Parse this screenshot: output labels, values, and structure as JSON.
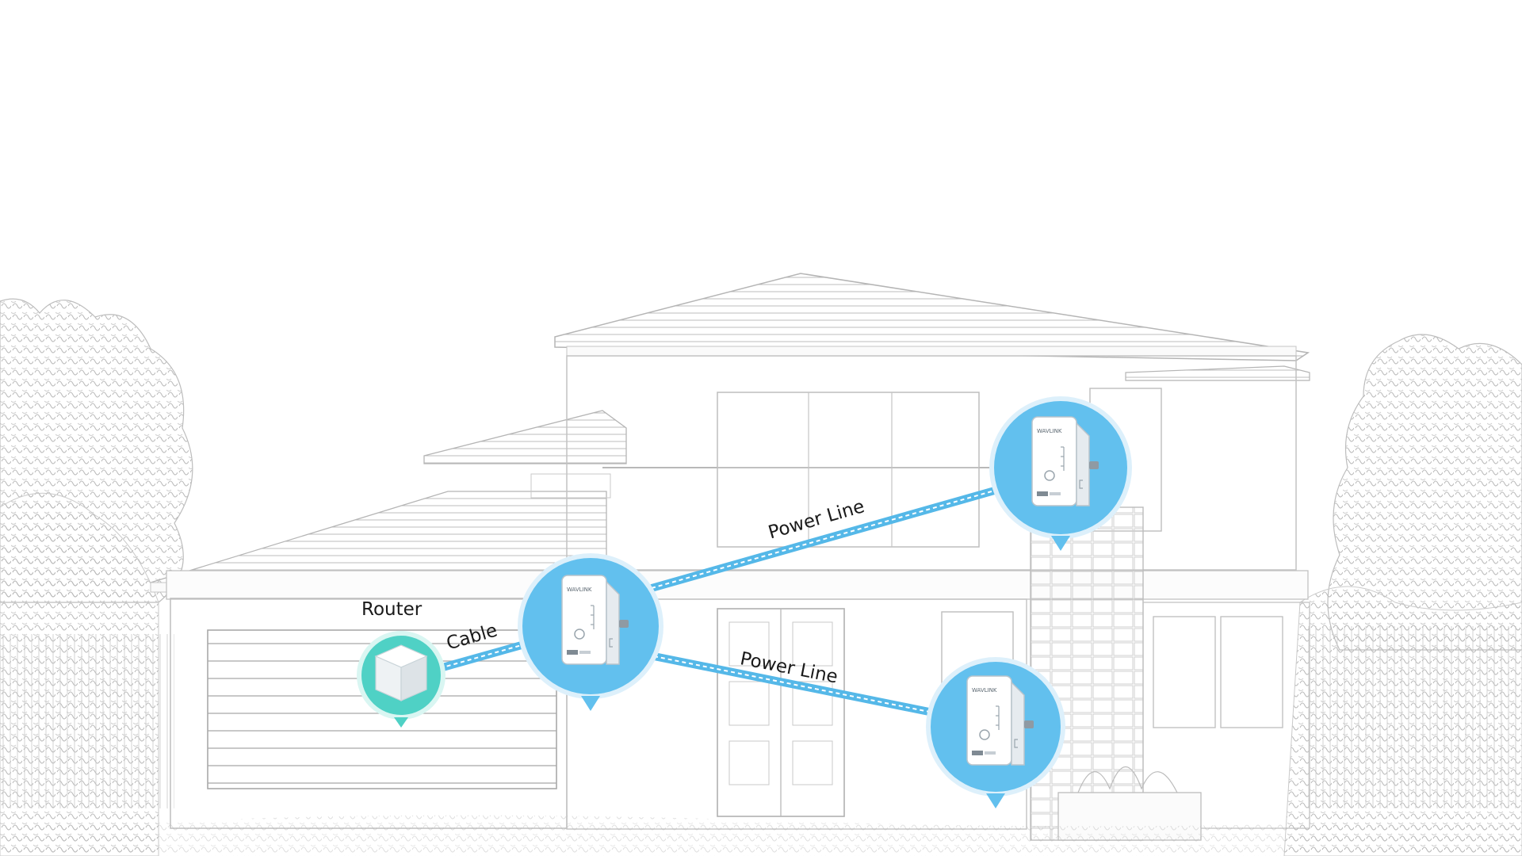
{
  "labels": {
    "router": "Router",
    "cable": "Cable",
    "power_line_upper": "Power Line",
    "power_line_lower": "Power Line"
  },
  "device": {
    "brand_text": "WAVLINK"
  },
  "colors": {
    "adapter_bubble": "#62c0ee",
    "adapter_ring": "#ddf0fb",
    "router_bubble": "#4fd1c5",
    "router_ring": "#d9f6f2",
    "link": "#55b8e8",
    "sketch": "#c4c4c4"
  }
}
